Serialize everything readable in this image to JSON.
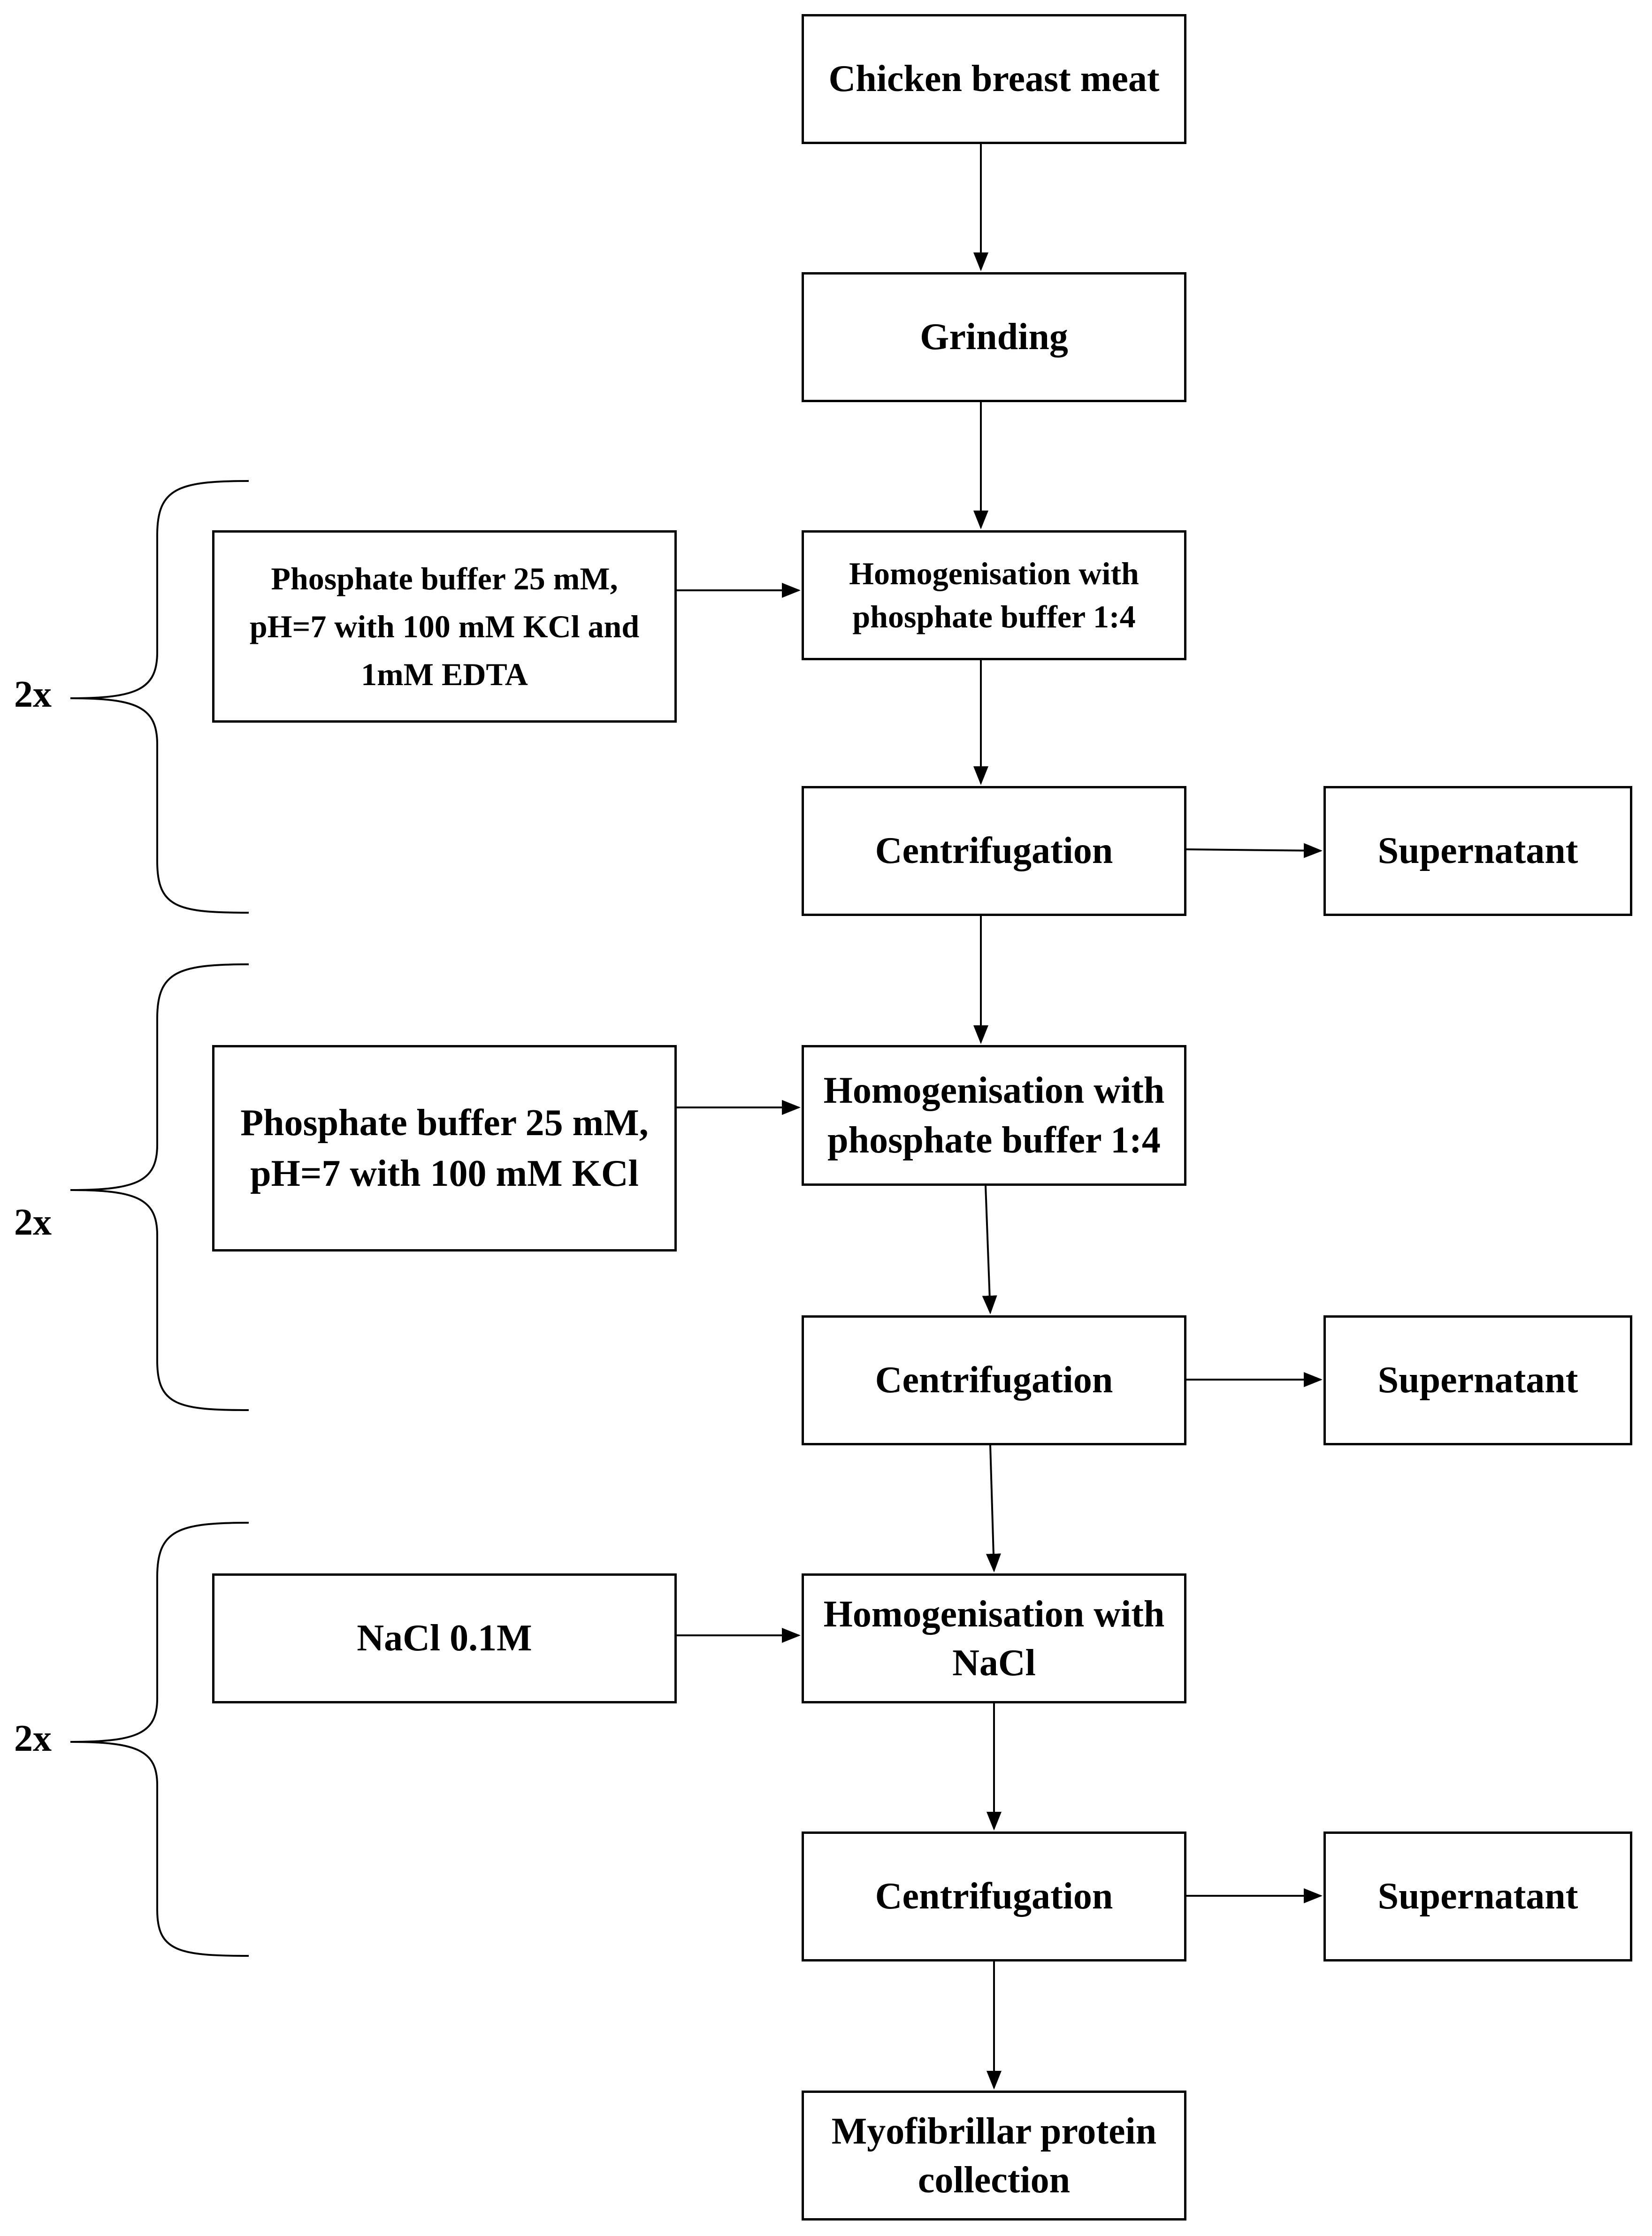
{
  "steps": {
    "start": "Chicken breast meat",
    "grinding": "Grinding",
    "homogenisation_1": "Homogenisation with phosphate buffer 1:4",
    "buffer_1": "Phosphate buffer 25 mM, pH=7 with 100 mM KCl and 1mM EDTA",
    "centrifugation_1": "Centrifugation",
    "supernatant_1": "Supernatant",
    "buffer_2": "Phosphate buffer 25 mM, pH=7 with 100 mM KCl",
    "homogenisation_2": "Homogenisation with phosphate buffer 1:4",
    "centrifugation_2": "Centrifugation",
    "supernatant_2": "Supernatant",
    "nacl_input": "NaCl 0.1M",
    "homogenisation_3": "Homogenisation with NaCl",
    "centrifugation_3": "Centrifugation",
    "supernatant_3": "Supernatant",
    "final": "Myofibrillar protein collection"
  },
  "repeats": [
    "2x",
    "2x",
    "2x"
  ]
}
